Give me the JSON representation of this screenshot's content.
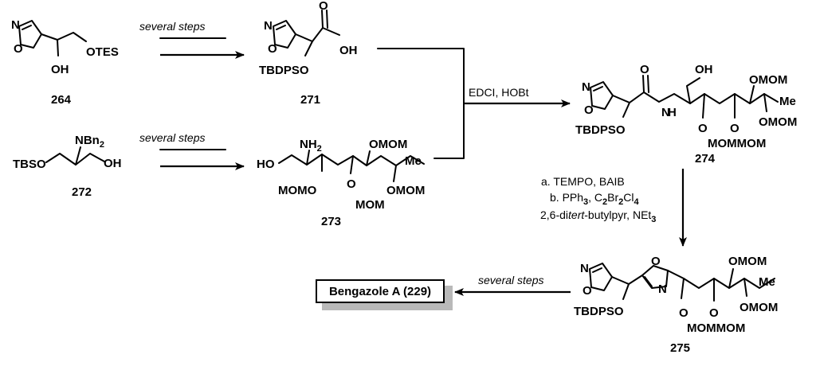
{
  "labels": {
    "c264": "264",
    "c271": "271",
    "c272": "272",
    "c273": "273",
    "c274": "274",
    "c275": "275"
  },
  "atoms": {
    "OTES": "OTES",
    "OH": "OH",
    "TBDPSO": "TBDPSO",
    "O": "O",
    "N": "N",
    "H": "H",
    "NBn": "NBn",
    "two": "2",
    "TBSO": "TBSO",
    "NH": "NH",
    "OMOM": "OMOM",
    "MOMO": "MOMO",
    "MOM": "MOM",
    "MOMMOM": "MOMMOM",
    "Me": "Me",
    "HO": "HO"
  },
  "conditions": {
    "several_steps": "several steps",
    "coupling": "EDCI, HOBt",
    "step_a": "a. TEMPO, BAIB",
    "step_b_prefix": "b. PPh",
    "step_b_3": "3",
    "step_b_mid": ", C",
    "step_b_2a": "2",
    "step_b_br": "Br",
    "step_b_2b": "2",
    "step_b_cl": "Cl",
    "step_b_4": "4",
    "base_prefix": "2,6-di",
    "base_tert": "tert",
    "base_mid": "-butylpyr, NEt",
    "base_3": "3"
  },
  "product": {
    "name": "Bengazole A (229)"
  },
  "colors": {
    "ink": "#000000",
    "shadow": "#b9b9b9"
  }
}
